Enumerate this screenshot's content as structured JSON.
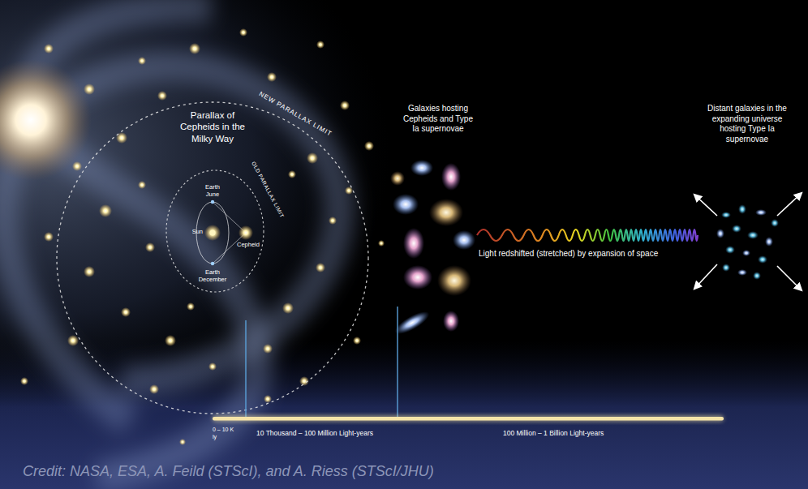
{
  "diagram": {
    "caption": "Credit: NASA, ESA, A. Feild (STScI), and A. Riess (STScI/JHU)",
    "labels": [
      "Parallax of Cepheids in the Milky Way",
      "NEW PARALLAX LIMIT",
      "OLD PARALLAX LIMIT",
      "Earth June",
      "Sun",
      "Cepheid",
      "Earth December",
      "Galaxies hosting Cepheids and Type Ia supernovae",
      "Light redshifted (stretched) by expansion of space",
      "Distant galaxies in the expanding universe hosting Type Ia supernovae",
      "0 – 10 K ly",
      "10 Thousand – 100 Million Light-years",
      "100 Million – 1 Billion Light-years"
    ]
  }
}
